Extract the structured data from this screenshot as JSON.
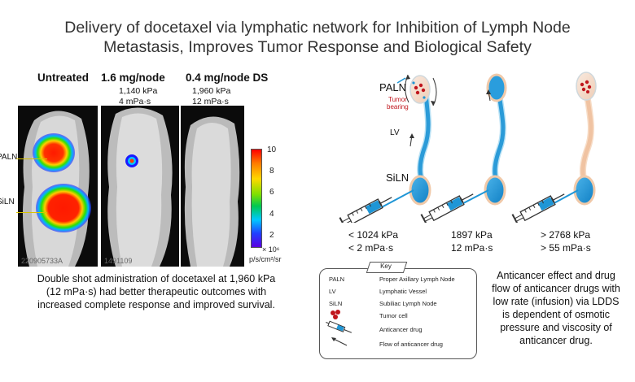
{
  "title": {
    "line1": "Delivery of docetaxel  via lymphatic network for Inhibition of Lymph Node",
    "line2": "Metastasis, Improves Tumor Response and Biological Safety"
  },
  "panels": [
    {
      "label": "Untreated",
      "pressure": "",
      "viscosity": ""
    },
    {
      "label": "1.6 mg/node",
      "pressure": "1,140 kPa",
      "viscosity": "4 mPa·s"
    },
    {
      "label": "0.4 mg/node DS",
      "pressure": "1,960 kPa",
      "viscosity": "12 mPa·s"
    }
  ],
  "photo_labels": {
    "paln": "PALN",
    "siln": "SiLN",
    "id1": "220905733A",
    "id2": "1491109"
  },
  "colorbar": {
    "ticks": [
      "10",
      "8",
      "6",
      "4",
      "2"
    ],
    "exponent": "× 10⁶",
    "unit": "p/s/cm²/sr"
  },
  "left_caption": [
    "Double shot administration of docetaxel at 1,960 kPa",
    "(12 mPa·s) had better therapeutic outcomes with",
    "increased complete response and improved survival."
  ],
  "diagram": {
    "paln": "PALN",
    "tumor_bearing_1": "Tumor",
    "tumor_bearing_2": "bearing",
    "lv": "LV",
    "siln": "SiLN"
  },
  "conditions": [
    {
      "pressure": "< 1024 kPa",
      "viscosity": "< 2 mPa·s"
    },
    {
      "pressure": "1897 kPa",
      "viscosity": "12 mPa·s"
    },
    {
      "pressure": "> 2768 kPa",
      "viscosity": "> 55 mPa·s"
    }
  ],
  "key": {
    "title": "Key",
    "items": [
      {
        "abbr": "PALN",
        "desc": "Proper Axillary Lymph Node"
      },
      {
        "abbr": "LV",
        "desc": "Lymphatic Vessel"
      },
      {
        "abbr": "SiLN",
        "desc": "Subiliac Lymph Node"
      },
      {
        "abbr": "",
        "desc": "Tumor cell"
      },
      {
        "abbr": "",
        "desc": "Anticancer drug"
      },
      {
        "abbr": "",
        "desc": "Flow of anticancer drug"
      }
    ]
  },
  "right_caption": [
    "Anticancer effect and drug",
    "flow of anticancer drugs with",
    "low rate (infusion) via LDDS",
    "is dependent  of osmotic",
    "pressure and viscosity of",
    "anticancer drug."
  ],
  "colors": {
    "lymph_blue": "#1f96d6",
    "vessel_peach": "#f2c9a8",
    "tumor_red": "#c0161d",
    "node_fill": "#f6e0d2"
  }
}
